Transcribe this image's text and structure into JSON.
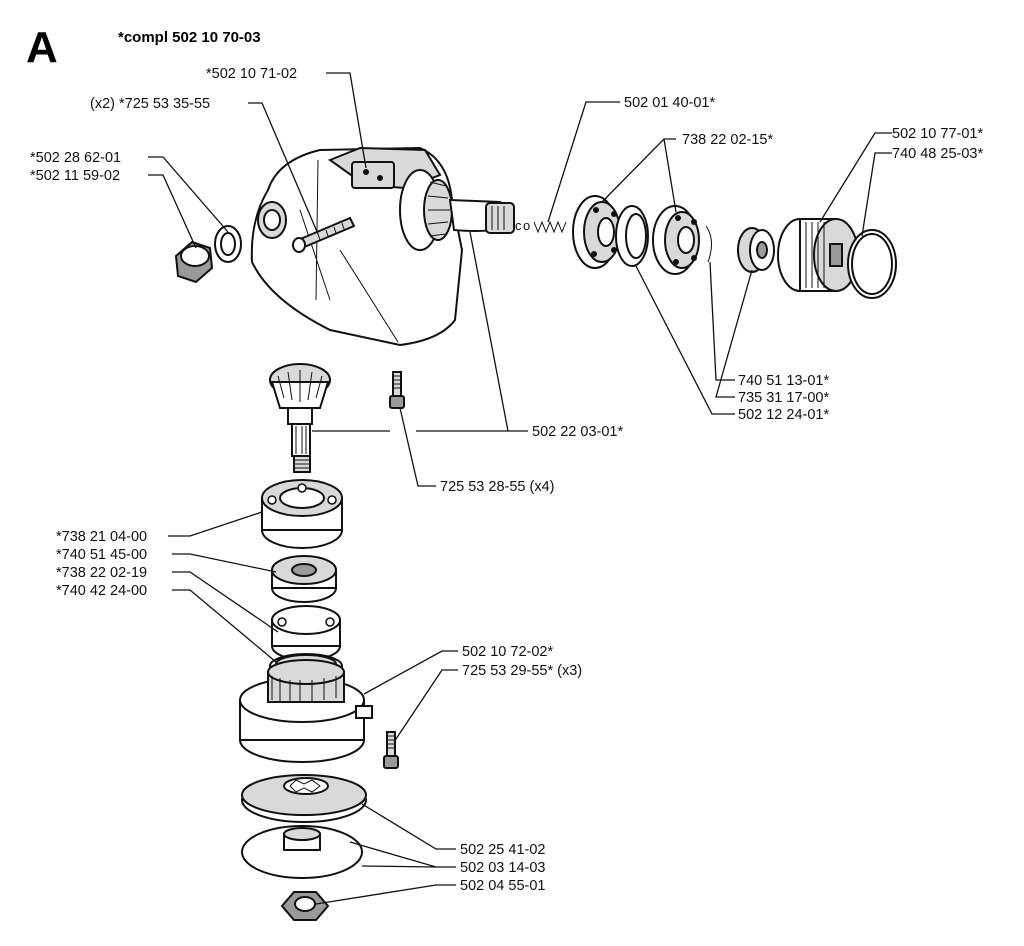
{
  "figure": {
    "section_letter": "A",
    "assembly_note": "*compl 502 10 70-03"
  },
  "labels": [
    {
      "id": "l1",
      "text": "*502 10 71-02"
    },
    {
      "id": "l2",
      "text": "(x2) *725 53 35-55"
    },
    {
      "id": "l3",
      "text": "*502 28 62-01"
    },
    {
      "id": "l4",
      "text": "*502 11 59-02"
    },
    {
      "id": "l5",
      "text": "502 01 40-01*"
    },
    {
      "id": "l6",
      "text": "738 22 02-15*"
    },
    {
      "id": "l7",
      "text": "502 10 77-01*"
    },
    {
      "id": "l8",
      "text": "740 48 25-03*"
    },
    {
      "id": "l9",
      "text": "740 51 13-01*"
    },
    {
      "id": "l10",
      "text": "735 31 17-00*"
    },
    {
      "id": "l11",
      "text": "502 12 24-01*"
    },
    {
      "id": "l12",
      "text": "502 22 03-01*"
    },
    {
      "id": "l13",
      "text": "725 53 28-55 (x4)"
    },
    {
      "id": "l14",
      "text": "*738 21 04-00"
    },
    {
      "id": "l15",
      "text": "*740 51 45-00"
    },
    {
      "id": "l16",
      "text": "*738 22 02-19"
    },
    {
      "id": "l17",
      "text": "*740 42 24-00"
    },
    {
      "id": "l18",
      "text": "502 10 72-02*"
    },
    {
      "id": "l19",
      "text": "725 53 29-55* (x3)"
    },
    {
      "id": "l20",
      "text": "502 25 41-02"
    },
    {
      "id": "l21",
      "text": "502 03 14-03"
    },
    {
      "id": "l22",
      "text": "502 04 55-01"
    }
  ],
  "parts": [
    {
      "id": "gear-housing",
      "icon": "gear-housing-icon"
    },
    {
      "id": "drive-shaft-gear",
      "icon": "bevel-gear-icon"
    },
    {
      "id": "spring",
      "icon": "spring-icon"
    },
    {
      "id": "ball-bearing-1",
      "icon": "ball-bearing-icon"
    },
    {
      "id": "ball-bearing-2",
      "icon": "ball-bearing-icon"
    },
    {
      "id": "snap-ring",
      "icon": "snap-ring-icon"
    },
    {
      "id": "spacer-sleeve",
      "icon": "sleeve-icon"
    },
    {
      "id": "threaded-nut",
      "icon": "threaded-nut-icon"
    },
    {
      "id": "o-ring",
      "icon": "o-ring-icon"
    },
    {
      "id": "plug-screw",
      "icon": "plug-screw-icon"
    },
    {
      "id": "washer",
      "icon": "washer-icon"
    },
    {
      "id": "housing-screw",
      "icon": "screw-icon"
    },
    {
      "id": "output-gear",
      "icon": "bevel-gear-icon"
    },
    {
      "id": "lower-bearing-large",
      "icon": "ball-bearing-icon"
    },
    {
      "id": "lower-bearing-small",
      "icon": "ball-bearing-icon"
    },
    {
      "id": "needle-bearing",
      "icon": "bearing-icon"
    },
    {
      "id": "retaining-ring",
      "icon": "ring-icon"
    },
    {
      "id": "guard-cover",
      "icon": "cover-icon"
    },
    {
      "id": "cover-screw",
      "icon": "screw-icon"
    },
    {
      "id": "support-cup",
      "icon": "cup-icon"
    },
    {
      "id": "blade-washer",
      "icon": "washer-icon"
    },
    {
      "id": "lock-nut",
      "icon": "nut-icon"
    }
  ]
}
